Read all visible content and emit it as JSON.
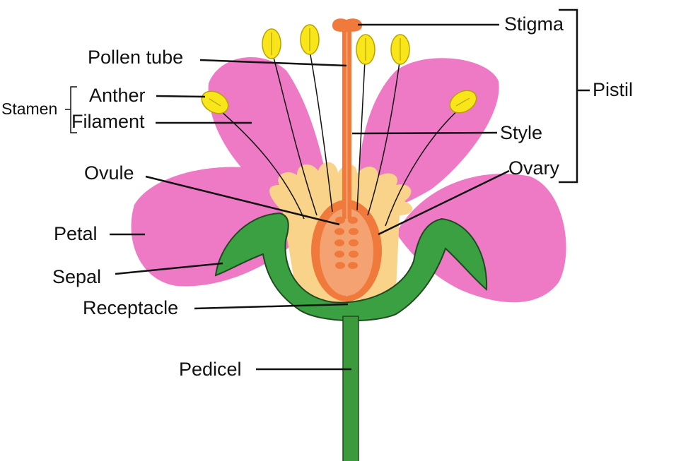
{
  "labels": {
    "stigma": "Stigma",
    "pollen_tube": "Pollen tube",
    "pistil": "Pistil",
    "stamen": "Stamen",
    "anther": "Anther",
    "filament": "Filament",
    "style": "Style",
    "ovule": "Ovule",
    "ovary": "Ovary",
    "petal": "Petal",
    "sepal": "Sepal",
    "receptacle": "Receptacle",
    "pedicel": "Pedicel"
  },
  "colors": {
    "petal": "#ee7ac6",
    "sepal": "#3aa041",
    "sepal_outline": "#1f4a1f",
    "pedicel": "#3a9a3c",
    "ovary_wall": "#f07a3c",
    "ovary_inner": "#f4a271",
    "ovule": "#f07a3c",
    "style": "#f07a3c",
    "stigma": "#f07a3c",
    "anther": "#f8e51a",
    "nectar": "#f9d389",
    "line": "#111111"
  }
}
